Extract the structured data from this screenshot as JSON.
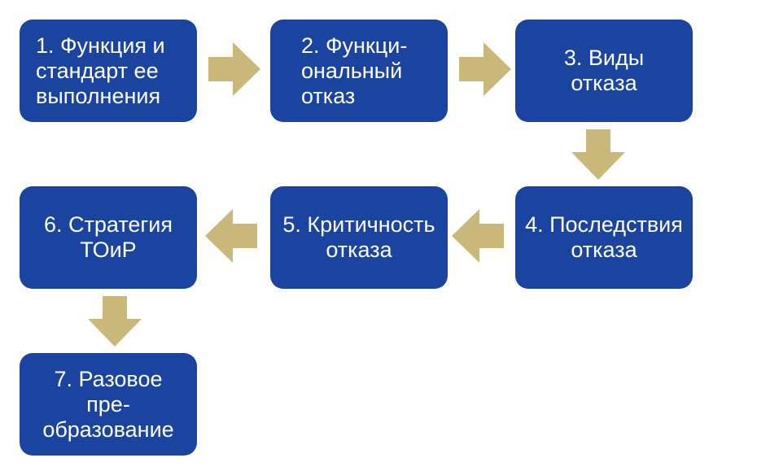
{
  "colors": {
    "box_fill": "#1a44a0",
    "arrow_fill": "#c9b87a",
    "text": "#ffffff"
  },
  "steps": [
    {
      "label": "1. Функция и\nстандарт ее\nвыполнения"
    },
    {
      "label": "2. Функци-\nональный\nотказ"
    },
    {
      "label": "3. Виды\nотказа"
    },
    {
      "label": "4. Последствия\nотказа"
    },
    {
      "label": "5. Критичность\nотказа"
    },
    {
      "label": "6. Стратегия\nТОиР"
    },
    {
      "label": "7. Разовое пре-\nобразование"
    }
  ],
  "arrows": [
    {
      "from": 1,
      "to": 2,
      "direction": "right"
    },
    {
      "from": 2,
      "to": 3,
      "direction": "right"
    },
    {
      "from": 3,
      "to": 4,
      "direction": "down"
    },
    {
      "from": 4,
      "to": 5,
      "direction": "left"
    },
    {
      "from": 5,
      "to": 6,
      "direction": "left"
    },
    {
      "from": 6,
      "to": 7,
      "direction": "down"
    }
  ]
}
